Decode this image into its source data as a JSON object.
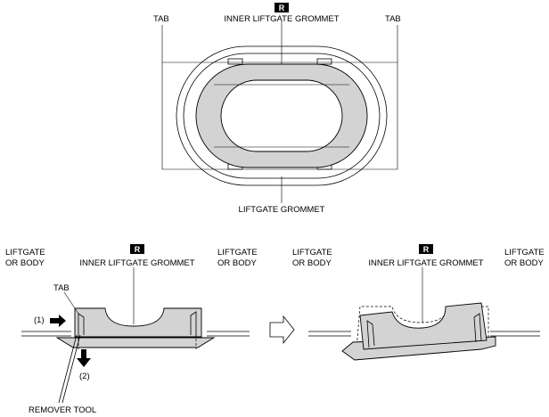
{
  "badge": "R",
  "top_view": {
    "tab_left": "TAB",
    "tab_right": "TAB",
    "inner_grommet": "INNER LIFTGATE GROMMET",
    "liftgate_grommet": "LIFTGATE GROMMET"
  },
  "section_before": {
    "liftgate_left_1": "LIFTGATE",
    "liftgate_left_2": "OR BODY",
    "liftgate_right_1": "LIFTGATE",
    "liftgate_right_2": "OR BODY",
    "inner_grommet": "INNER LIFTGATE GROMMET",
    "tab": "TAB",
    "step1": "(1)",
    "step2": "(2)",
    "remover_tool": "REMOVER TOOL"
  },
  "section_after": {
    "liftgate_left_1": "LIFTGATE",
    "liftgate_left_2": "OR BODY",
    "liftgate_right_1": "LIFTGATE",
    "liftgate_right_2": "OR BODY",
    "inner_grommet": "INNER LIFTGATE GROMMET"
  }
}
